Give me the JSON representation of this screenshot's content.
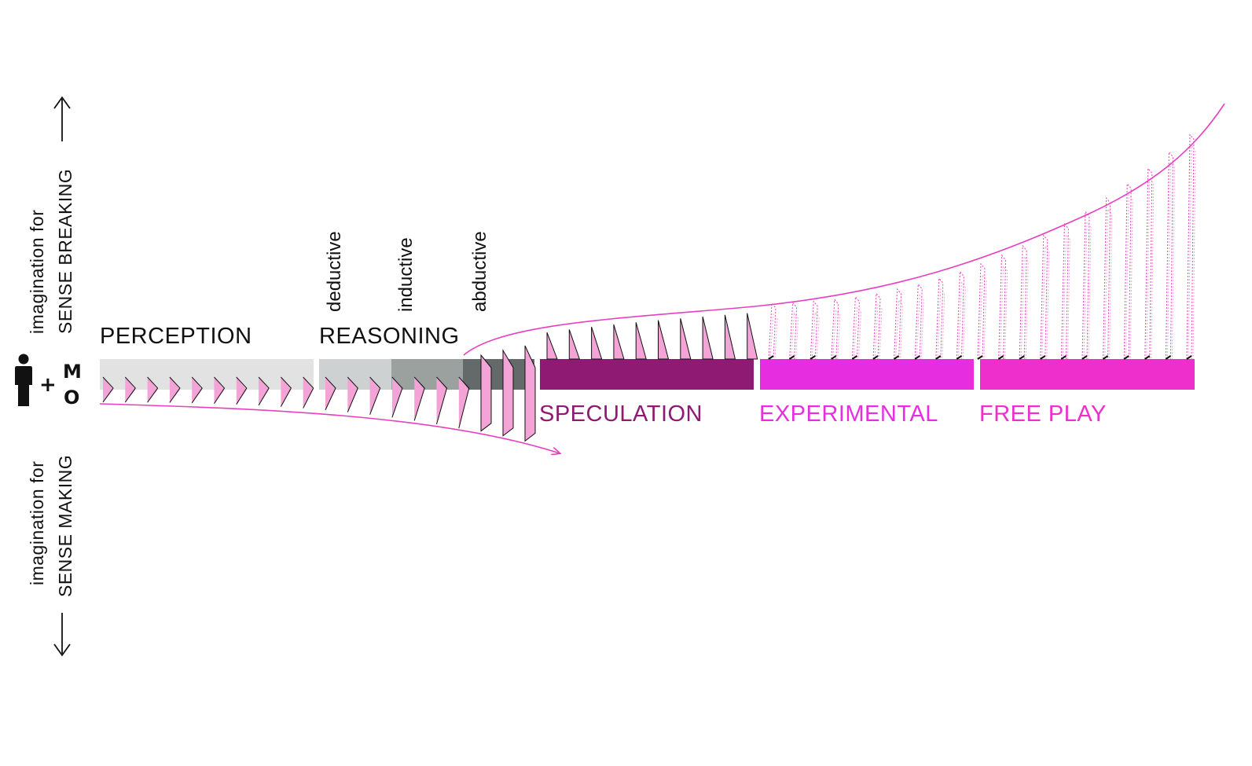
{
  "axis": {
    "up_line1": "imagination for",
    "up_line2": "SENSE BREAKING",
    "down_line1": "imagination for",
    "down_line2": "SENSE MAKING"
  },
  "actor": {
    "figure_icon": "person-icon",
    "plus": "+",
    "m": "M",
    "o": "O"
  },
  "stages": {
    "perception": "PERCEPTION",
    "reasoning": "REASONING",
    "speculation": "SPECULATION",
    "experimental": "EXPERIMENTAL",
    "free_play": "FREE PLAY"
  },
  "reasoning_modes": {
    "deductive": "deductive",
    "inductive": "inductive",
    "abductive": "abductive"
  },
  "colors": {
    "perception": "#e2e2e2",
    "deductive": "#cdd1d1",
    "inductive": "#9aa19f",
    "abductive": "#646a69",
    "speculation": "#8e1a74",
    "experimental": "#e62ee0",
    "free_play": "#ee2fcc",
    "curve": "#e83fbf",
    "triangle_fill": "#f4a3d6",
    "text_dark": "#111111"
  }
}
